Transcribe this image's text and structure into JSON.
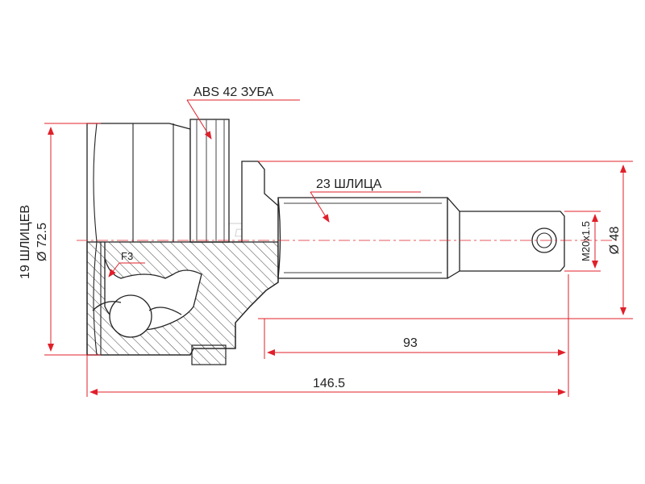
{
  "labels": {
    "abs": "ABS 42 ЗУБА",
    "shaft_splines": "23 ШЛИЦА",
    "outer_diameter": "Ø 72.5",
    "hub_splines": "19 ШЛИЦЕВ",
    "thread": "M20x1.5",
    "shaft_diameter": "Ø 48",
    "length_shaft": "93",
    "length_total": "146.5",
    "fitting": "F3"
  },
  "watermark": "АВТОТРЕЙД",
  "colors": {
    "dimension": "#e0202a",
    "outline": "#222222",
    "hatch": "#444444",
    "watermark": "#d8d8d8"
  }
}
